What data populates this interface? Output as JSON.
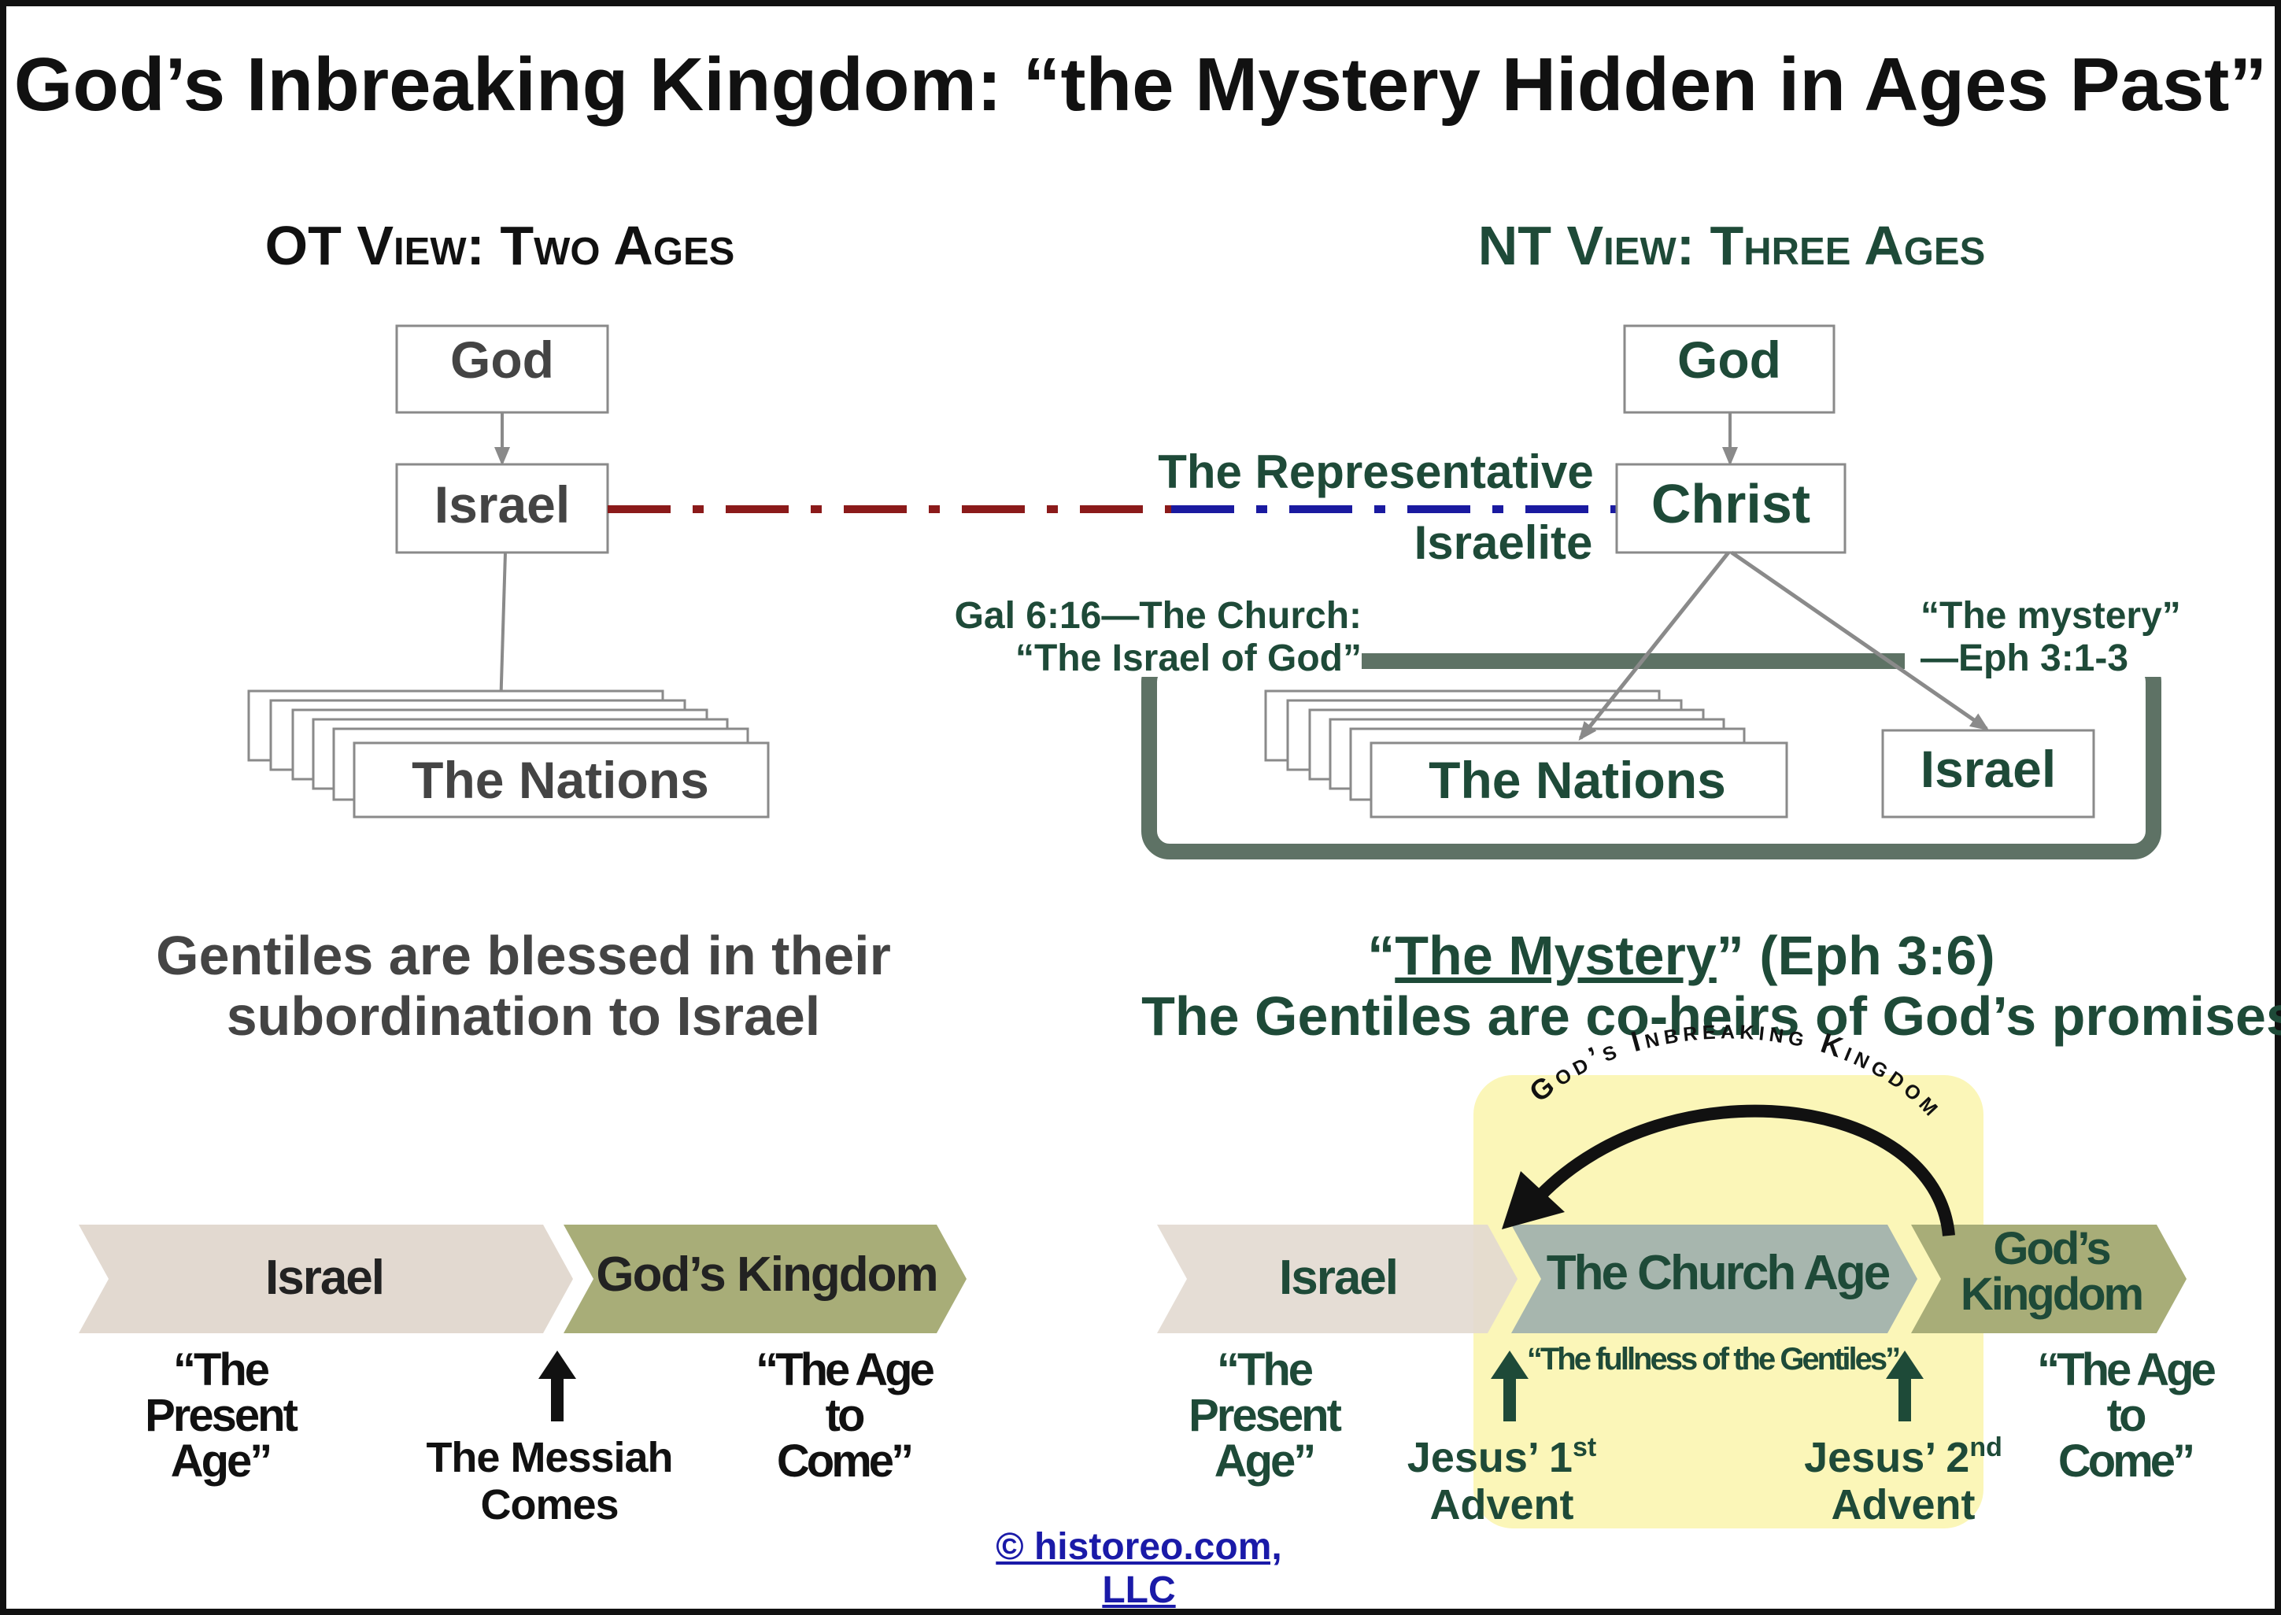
{
  "title": "God’s Inbreaking Kingdom: “the Mystery Hidden in Ages Past”",
  "colors": {
    "dark_text": "#111111",
    "gray_text": "#444444",
    "green_text": "#1e4a38",
    "box_border": "#8a8a8a",
    "dash_red": "#8b1a1a",
    "dash_blue": "#1a1aa0",
    "church_frame": "#5e7265",
    "beige_arrow": "#e2d9d0",
    "olive_arrow": "#a8ad78",
    "sage_arrow": "#a7b6ae",
    "highlight": "#fbf6b8",
    "link": "#1a1aa8"
  },
  "ot_view": {
    "heading": "OT View: Two Ages",
    "god": "God",
    "israel": "Israel",
    "nations": "The Nations",
    "caption_line1": "Gentiles are blessed in their",
    "caption_line2": "subordination to Israel"
  },
  "link": {
    "label_line1": "The Representative",
    "label_line2": "Israelite"
  },
  "nt_view": {
    "heading": "NT View: Three Ages",
    "god": "God",
    "christ": "Christ",
    "nations": "The Nations",
    "israel": "Israel",
    "church_note_line1": "Gal 6:16—The Church:",
    "church_note_line2": "“The Israel of God”",
    "mystery_note_line1": "“The mystery”",
    "mystery_note_line2": "—Eph 3:1-3",
    "caption_q1": "“",
    "caption_mystery": "The Mystery",
    "caption_q2": "” (Eph 3:6)",
    "caption_line2": "The Gentiles are co-heirs of God’s promises"
  },
  "ot_timeline": {
    "israel": "Israel",
    "kingdom": "God’s Kingdom",
    "present_age": [
      "“The",
      "Present",
      "Age”"
    ],
    "messiah": [
      "The Messiah",
      "Comes"
    ],
    "age_to_come": [
      "“The Age",
      "to",
      "Come”"
    ]
  },
  "nt_timeline": {
    "israel": "Israel",
    "church_age": "The Church Age",
    "kingdom": [
      "God’s",
      "Kingdom"
    ],
    "arc_label": "God’s Inbreaking Kingdom",
    "fullness": "“The fullness of the Gentiles”",
    "present_age": [
      "“The",
      "Present",
      "Age”"
    ],
    "first_advent": [
      "Jesus’ 1",
      "st",
      "Advent"
    ],
    "second_advent": [
      "Jesus’ 2",
      "nd",
      "Advent"
    ],
    "age_to_come": [
      "“The Age",
      "to",
      "Come”"
    ]
  },
  "credit": "© historeo.com, LLC"
}
